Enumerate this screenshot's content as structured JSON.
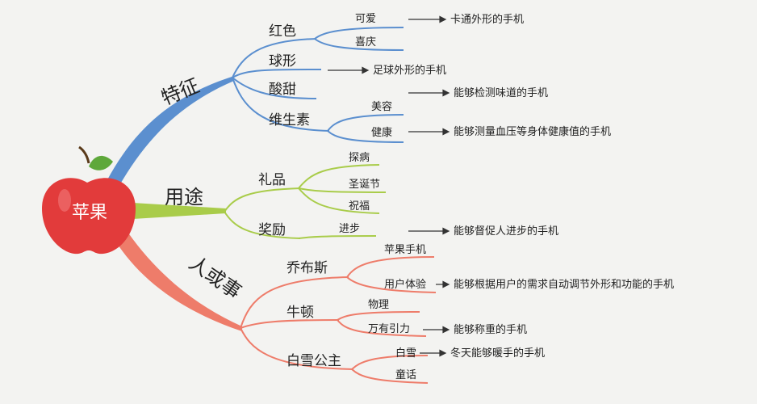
{
  "mindmap": {
    "root": "苹果",
    "branches": [
      {
        "label": "特征",
        "color": "#5b8fcf",
        "children": [
          {
            "label": "红色",
            "children": [
              {
                "label": "可爱",
                "result": "卡通外形的手机"
              },
              {
                "label": "喜庆"
              }
            ]
          },
          {
            "label": "球形",
            "result": "足球外形的手机"
          },
          {
            "label": "酸甜",
            "result": "能够检测味道的手机"
          },
          {
            "label": "维生素",
            "children": [
              {
                "label": "美容"
              },
              {
                "label": "健康",
                "result": "能够测量血压等身体健康值的手机"
              }
            ]
          }
        ]
      },
      {
        "label": "用途",
        "color": "#a9cc4a",
        "children": [
          {
            "label": "礼品",
            "children": [
              {
                "label": "探病"
              },
              {
                "label": "圣诞节"
              },
              {
                "label": "祝福"
              }
            ]
          },
          {
            "label": "奖励",
            "children": [
              {
                "label": "进步",
                "result": "能够督促人进步的手机"
              }
            ]
          }
        ]
      },
      {
        "label": "人或事",
        "color": "#ee7c6a",
        "children": [
          {
            "label": "乔布斯",
            "children": [
              {
                "label": "苹果手机"
              },
              {
                "label": "用户体验",
                "result": "能够根据用户的需求自动调节外形和功能的手机"
              }
            ]
          },
          {
            "label": "牛顿",
            "children": [
              {
                "label": "物理"
              },
              {
                "label": "万有引力",
                "result": "能够称重的手机"
              }
            ]
          },
          {
            "label": "白雪公主",
            "children": [
              {
                "label": "白雪",
                "result": "冬天能够暖手的手机"
              },
              {
                "label": "童话"
              }
            ]
          }
        ]
      }
    ]
  }
}
